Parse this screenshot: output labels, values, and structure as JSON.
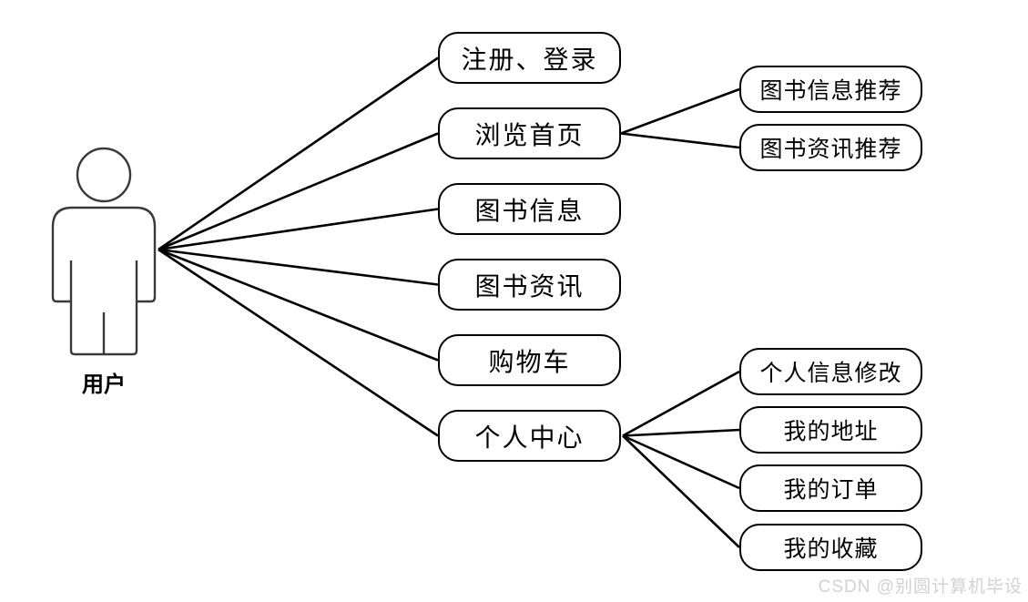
{
  "diagram": {
    "type": "use_case",
    "actor": {
      "label": "用户"
    },
    "primary_usecases": [
      {
        "label": "注册、登录"
      },
      {
        "label": "浏览首页"
      },
      {
        "label": "图书信息"
      },
      {
        "label": "图书资讯"
      },
      {
        "label": "购物车"
      },
      {
        "label": "个人中心"
      }
    ],
    "secondary_usecases": [
      {
        "label": "图书信息推荐",
        "parent": "浏览首页"
      },
      {
        "label": "图书资讯推荐",
        "parent": "浏览首页"
      },
      {
        "label": "个人信息修改",
        "parent": "个人中心"
      },
      {
        "label": "我的地址",
        "parent": "个人中心"
      },
      {
        "label": "我的订单",
        "parent": "个人中心"
      },
      {
        "label": "我的收藏",
        "parent": "个人中心"
      }
    ],
    "edges": [
      {
        "from": "用户",
        "to": "注册、登录"
      },
      {
        "from": "用户",
        "to": "浏览首页"
      },
      {
        "from": "用户",
        "to": "图书信息"
      },
      {
        "from": "用户",
        "to": "图书资讯"
      },
      {
        "from": "用户",
        "to": "购物车"
      },
      {
        "from": "用户",
        "to": "个人中心"
      },
      {
        "from": "浏览首页",
        "to": "图书信息推荐"
      },
      {
        "from": "浏览首页",
        "to": "图书资讯推荐"
      },
      {
        "from": "个人中心",
        "to": "个人信息修改"
      },
      {
        "from": "个人中心",
        "to": "我的地址"
      },
      {
        "from": "个人中心",
        "to": "我的订单"
      },
      {
        "from": "个人中心",
        "to": "我的收藏"
      }
    ],
    "colors": {
      "line": "#000000",
      "box_border": "#000000",
      "box_fill": "#ffffff",
      "actor_stroke": "#3a3a3a",
      "watermark": "#d2d2d2",
      "background": "#ffffff"
    }
  },
  "watermark": {
    "text": "CSDN @别圆计算机毕设"
  }
}
